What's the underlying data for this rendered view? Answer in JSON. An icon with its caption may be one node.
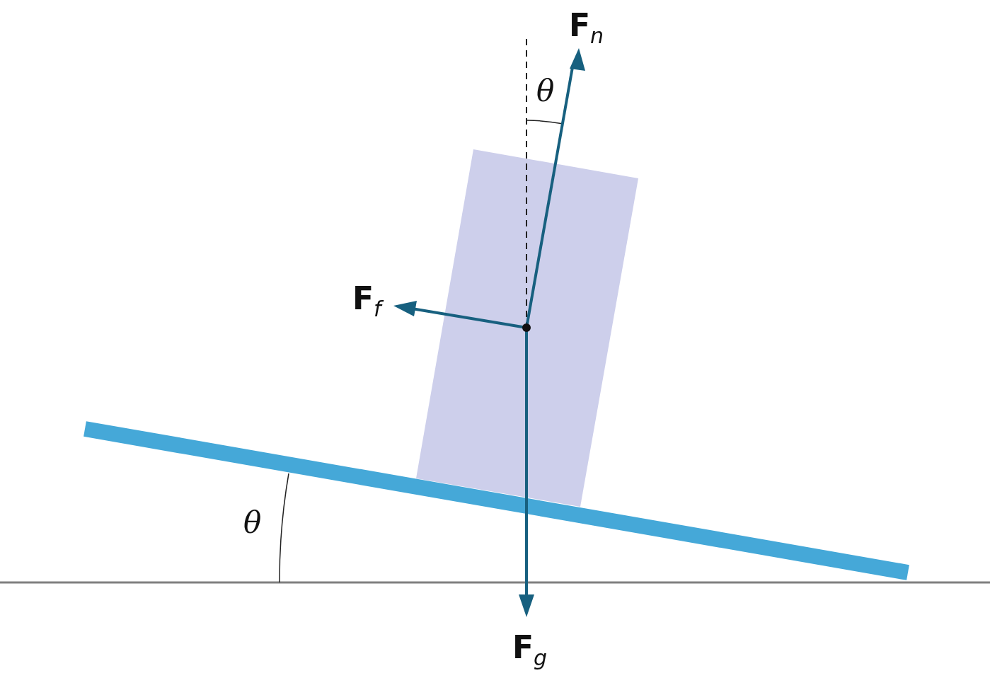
{
  "diagram": {
    "labels": [
      "**F**$_{n}$",
      "θ",
      "**F**$_{f}$",
      "θ",
      "**F**$_{g}$"
    ]
  }
}
